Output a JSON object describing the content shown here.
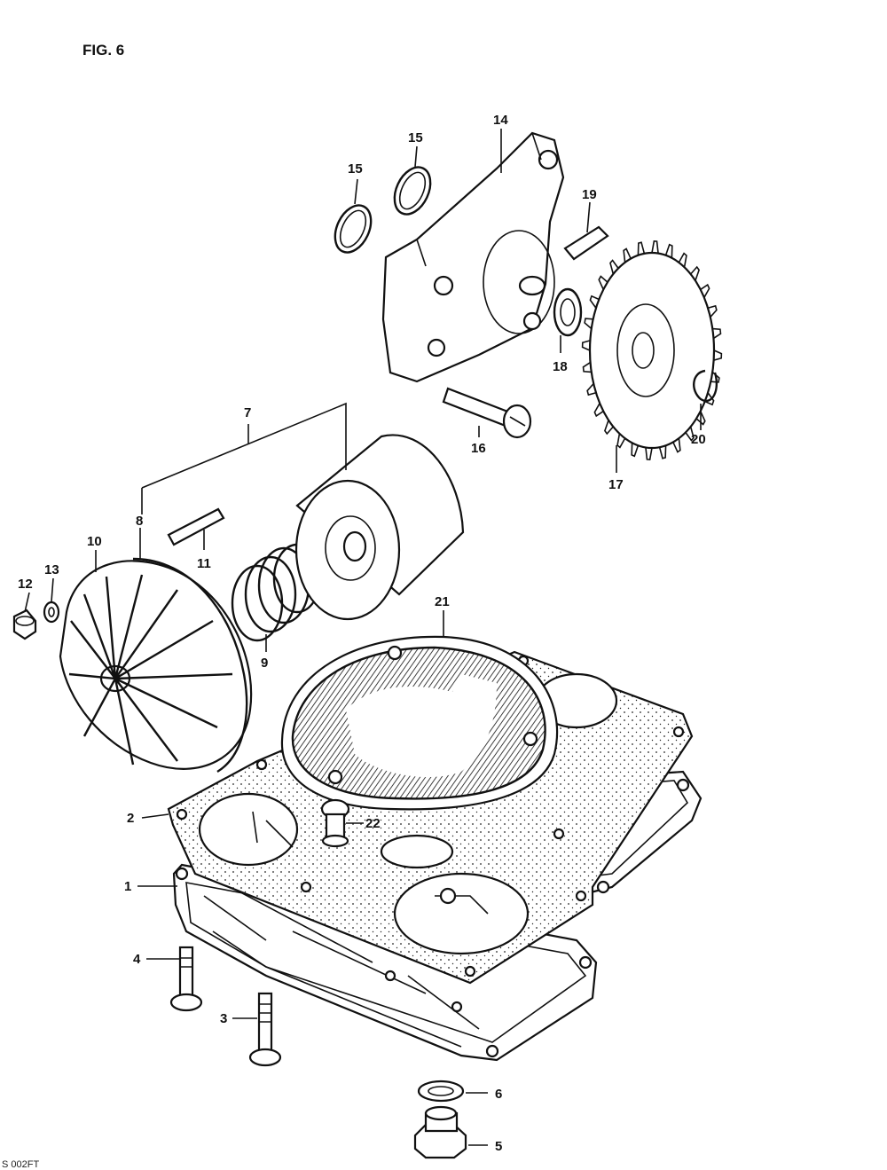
{
  "figure": {
    "title": "FIG. 6",
    "footer": "S 002FT"
  },
  "callouts": [
    {
      "id": "c1",
      "label": "1"
    },
    {
      "id": "c2",
      "label": "2"
    },
    {
      "id": "c3",
      "label": "3"
    },
    {
      "id": "c4",
      "label": "4"
    },
    {
      "id": "c5",
      "label": "5"
    },
    {
      "id": "c6",
      "label": "6"
    },
    {
      "id": "c7",
      "label": "7"
    },
    {
      "id": "c8",
      "label": "8"
    },
    {
      "id": "c9",
      "label": "9"
    },
    {
      "id": "c10",
      "label": "10"
    },
    {
      "id": "c11",
      "label": "11"
    },
    {
      "id": "c12",
      "label": "12"
    },
    {
      "id": "c13",
      "label": "13"
    },
    {
      "id": "c14",
      "label": "14"
    },
    {
      "id": "c15a",
      "label": "15"
    },
    {
      "id": "c15b",
      "label": "15"
    },
    {
      "id": "c16",
      "label": "16"
    },
    {
      "id": "c17",
      "label": "17"
    },
    {
      "id": "c18",
      "label": "18"
    },
    {
      "id": "c19",
      "label": "19"
    },
    {
      "id": "c20",
      "label": "20"
    },
    {
      "id": "c21",
      "label": "21"
    },
    {
      "id": "c22",
      "label": "22"
    }
  ]
}
